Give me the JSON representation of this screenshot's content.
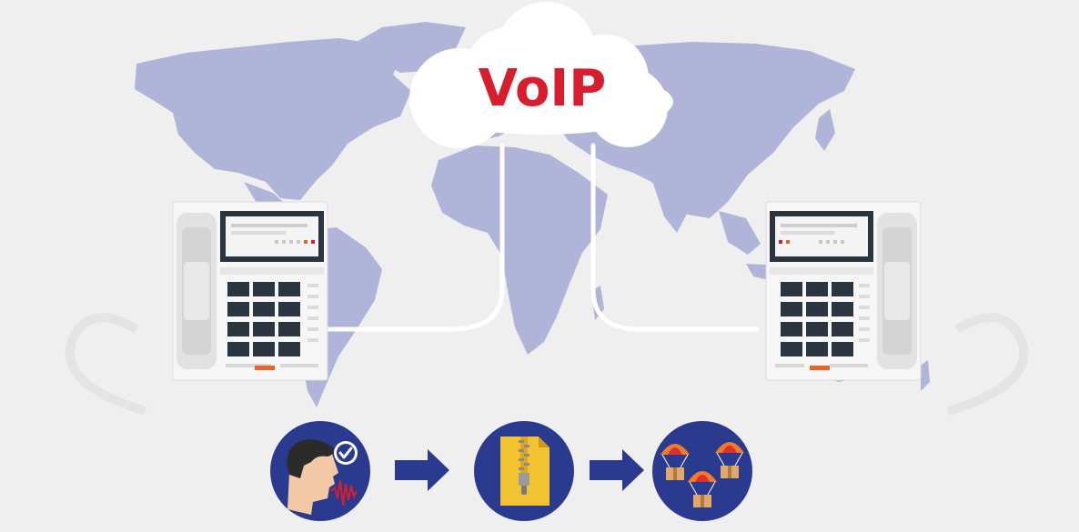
{
  "cloud": {
    "label": "VoIP"
  },
  "colors": {
    "background": "#efefef",
    "map": "#b0b4d8",
    "accent_red": "#d81e2e",
    "navy": "#2a3a8e",
    "phone_body": "#f6f6f6",
    "screen_frame": "#2b3540",
    "key": "#2b3540",
    "led_orange": "#e8632a",
    "cable": "#ffffff",
    "arrow": "#2a3a8e",
    "folder": "#f2c230",
    "parachute_orange": "#f07b2a",
    "parachute_red": "#d8312f",
    "box": "#e0a86a"
  },
  "icons": {
    "voice": "person-speaking-with-voice-wave-and-check-icon",
    "compress": "zip-archive-file-icon",
    "deliver": "parachute-packages-icon",
    "arrow": "right-arrow-icon",
    "phone": "desk-telephone-icon",
    "cloud": "cloud-icon",
    "map": "world-map"
  },
  "process_steps": [
    "voice-capture",
    "compression",
    "packet-delivery"
  ]
}
